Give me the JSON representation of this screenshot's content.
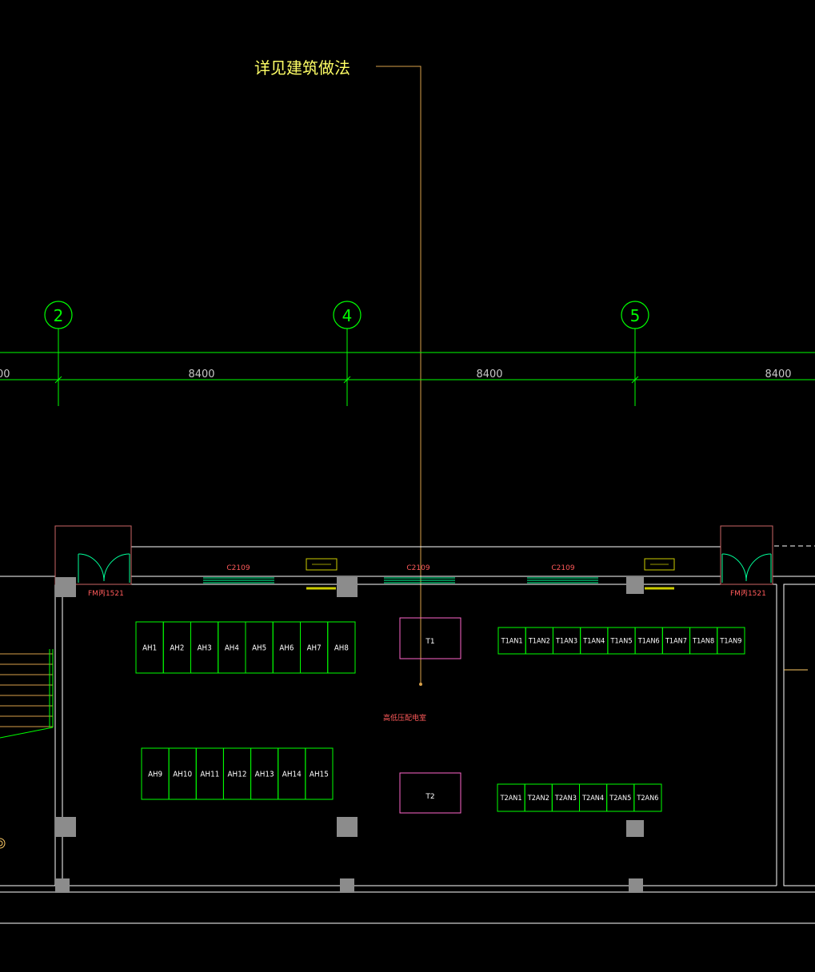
{
  "note": {
    "text": "详见建筑做法",
    "color": "#ffff66"
  },
  "grid_axes": [
    {
      "id": "2",
      "label": "2"
    },
    {
      "id": "4",
      "label": "4"
    },
    {
      "id": "5",
      "label": "5"
    }
  ],
  "dimensions": [
    {
      "id": "d0",
      "text": "00"
    },
    {
      "id": "d1",
      "text": "8400"
    },
    {
      "id": "d2",
      "text": "8400"
    },
    {
      "id": "d3",
      "text": "8400"
    }
  ],
  "windows": [
    {
      "id": "w1",
      "label": "C2109"
    },
    {
      "id": "w2",
      "label": "C2109"
    },
    {
      "id": "w3",
      "label": "C2109"
    }
  ],
  "doors": [
    {
      "id": "left",
      "label": "FM丙1521"
    },
    {
      "id": "right",
      "label": "FM丙1521"
    }
  ],
  "room_name": "高低压配电室",
  "transformers": [
    {
      "id": "t1",
      "label": "T1"
    },
    {
      "id": "t2",
      "label": "T2"
    }
  ],
  "panels": {
    "ah_row1": [
      "AH1",
      "AH2",
      "AH3",
      "AH4",
      "AH5",
      "AH6",
      "AH7",
      "AH8"
    ],
    "ah_row2": [
      "AH9",
      "AH10",
      "AH11",
      "AH12",
      "AH13",
      "AH14",
      "AH15"
    ],
    "t1_row": [
      "T1AN1",
      "T1AN2",
      "T1AN3",
      "T1AN4",
      "T1AN5",
      "T1AN6",
      "T1AN7",
      "T1AN8",
      "T1AN9"
    ],
    "t2_row": [
      "T2AN1",
      "T2AN2",
      "T2AN3",
      "T2AN4",
      "T2AN5",
      "T2AN6"
    ]
  },
  "colors": {
    "background": "#000000",
    "axis": "#00ff00",
    "panel": "#00ff00",
    "wall": "#ffffff",
    "annotation_red": "#ff5a5a",
    "leader": "#d9a14a",
    "transformer": "#ff66cc",
    "column": "#8c8c8c",
    "door_frame": "#cc6666",
    "door_swing": "#00ff99",
    "window": "#00ff99",
    "louver": "#cccc00"
  }
}
